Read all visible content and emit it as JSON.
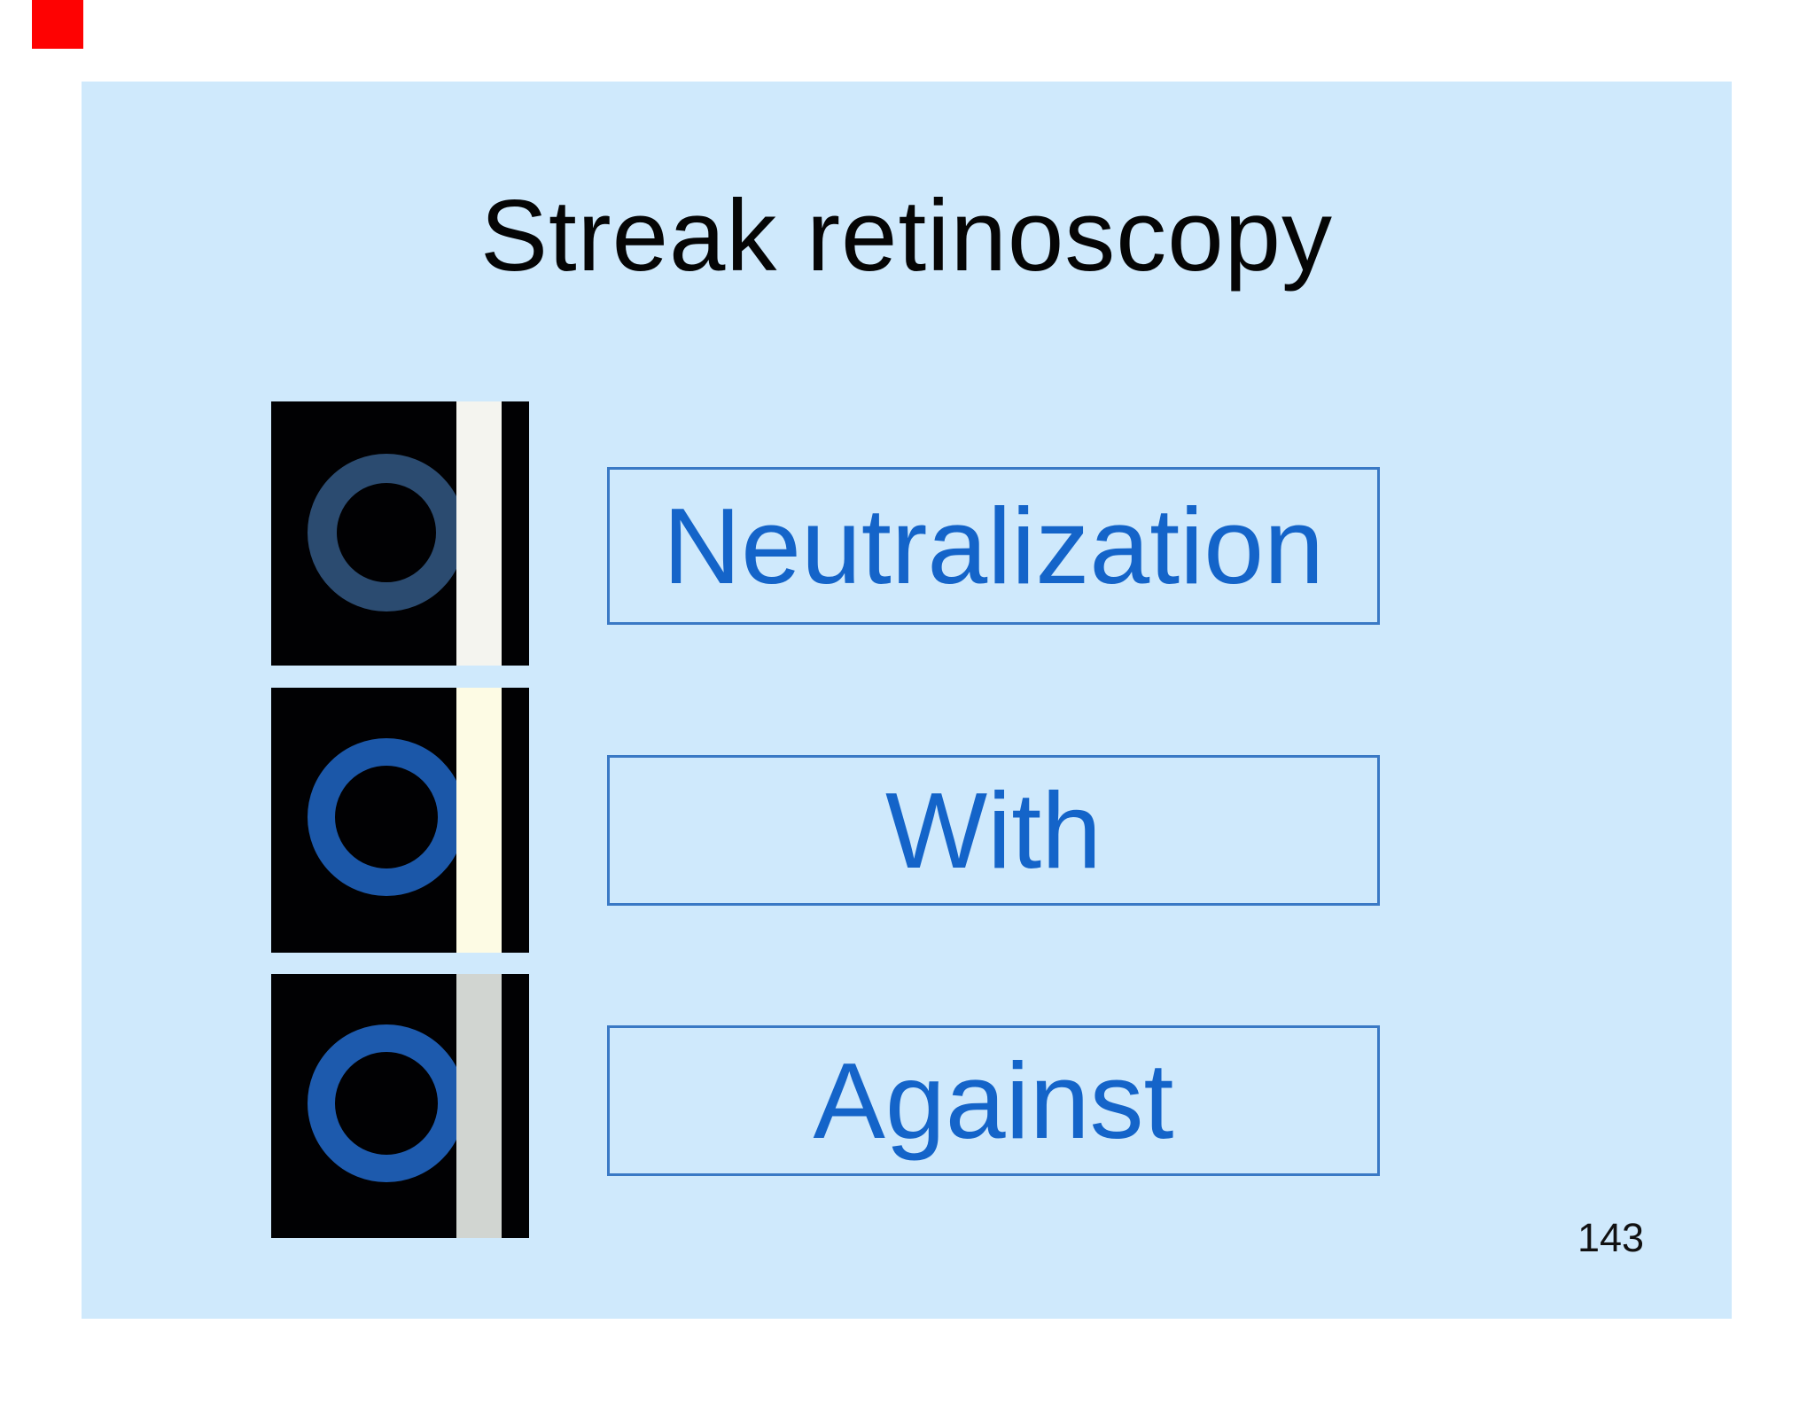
{
  "title": "Streak retinoscopy",
  "page_number": "143",
  "rows": [
    {
      "label": "Neutralization",
      "ring_color": "#2b4b70",
      "streak_color": "#f4f4ef"
    },
    {
      "label": "With",
      "ring_color": "#1b57a8",
      "streak_color": "#fdfbe4"
    },
    {
      "label": "Against",
      "ring_color": "#1d5aad",
      "streak_color": "#d1d5d1"
    }
  ],
  "colors": {
    "slide_background": "#cfe9fc",
    "title_text": "#050505",
    "label_text": "#1464c9",
    "label_border": "#3a79c5",
    "square_background": "#010103",
    "page_number_text": "#111111",
    "red_marker": "#fe0202"
  }
}
